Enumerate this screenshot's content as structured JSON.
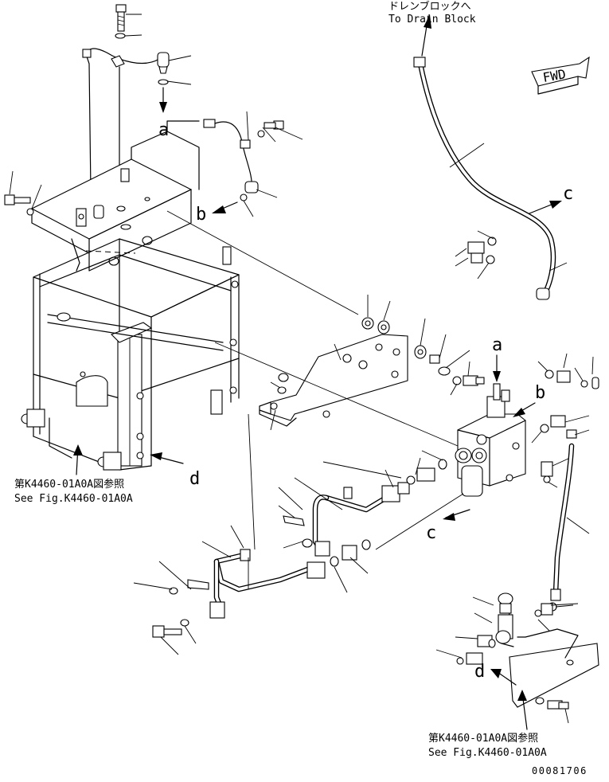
{
  "callouts": {
    "drain_jp": "ドレンブロックへ",
    "drain_en": "To Drain Block",
    "fwd": "FWD",
    "ref_left_jp": "第K4460-01A0A図参照",
    "ref_left_en": "See Fig.K4460-01A0A",
    "ref_right_jp": "第K4460-01A0A図参照",
    "ref_right_en": "See Fig.K4460-01A0A",
    "drawing_number": "00081706"
  },
  "connection_letters": {
    "a_top": "a",
    "a_right": "a",
    "b_left": "b",
    "b_right": "b",
    "c_top": "c",
    "c_mid": "c",
    "d_left": "d",
    "d_right": "d"
  }
}
